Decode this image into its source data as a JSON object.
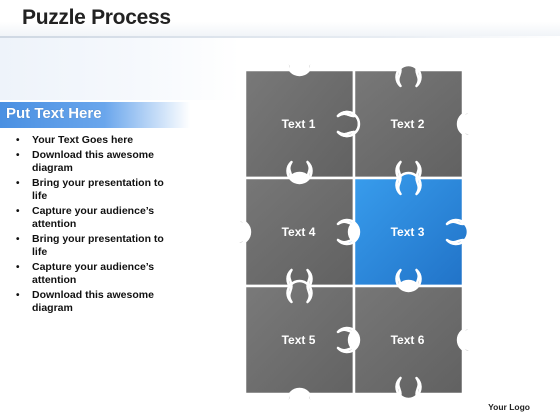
{
  "title": "Puzzle Process",
  "sidebar": {
    "heading": "Put Text Here",
    "bullets": [
      "Your Text Goes here",
      "Download this awesome diagram",
      "Bring your presentation to life",
      "Capture your audience’s attention",
      "Bring your presentation to life",
      "Capture your audience’s attention",
      "Download this awesome diagram"
    ]
  },
  "puzzle": {
    "pieces": [
      {
        "label": "Text 1",
        "color": "#6f6f6f",
        "highlighted": false
      },
      {
        "label": "Text 2",
        "color": "#6f6f6f",
        "highlighted": false
      },
      {
        "label": "Text 4",
        "color": "#6f6f6f",
        "highlighted": false
      },
      {
        "label": "Text 3",
        "color": "#2f8fe6",
        "highlighted": true
      },
      {
        "label": "Text 5",
        "color": "#6f6f6f",
        "highlighted": false
      },
      {
        "label": "Text 6",
        "color": "#6f6f6f",
        "highlighted": false
      }
    ]
  },
  "footer": {
    "logo": "Your Logo"
  }
}
